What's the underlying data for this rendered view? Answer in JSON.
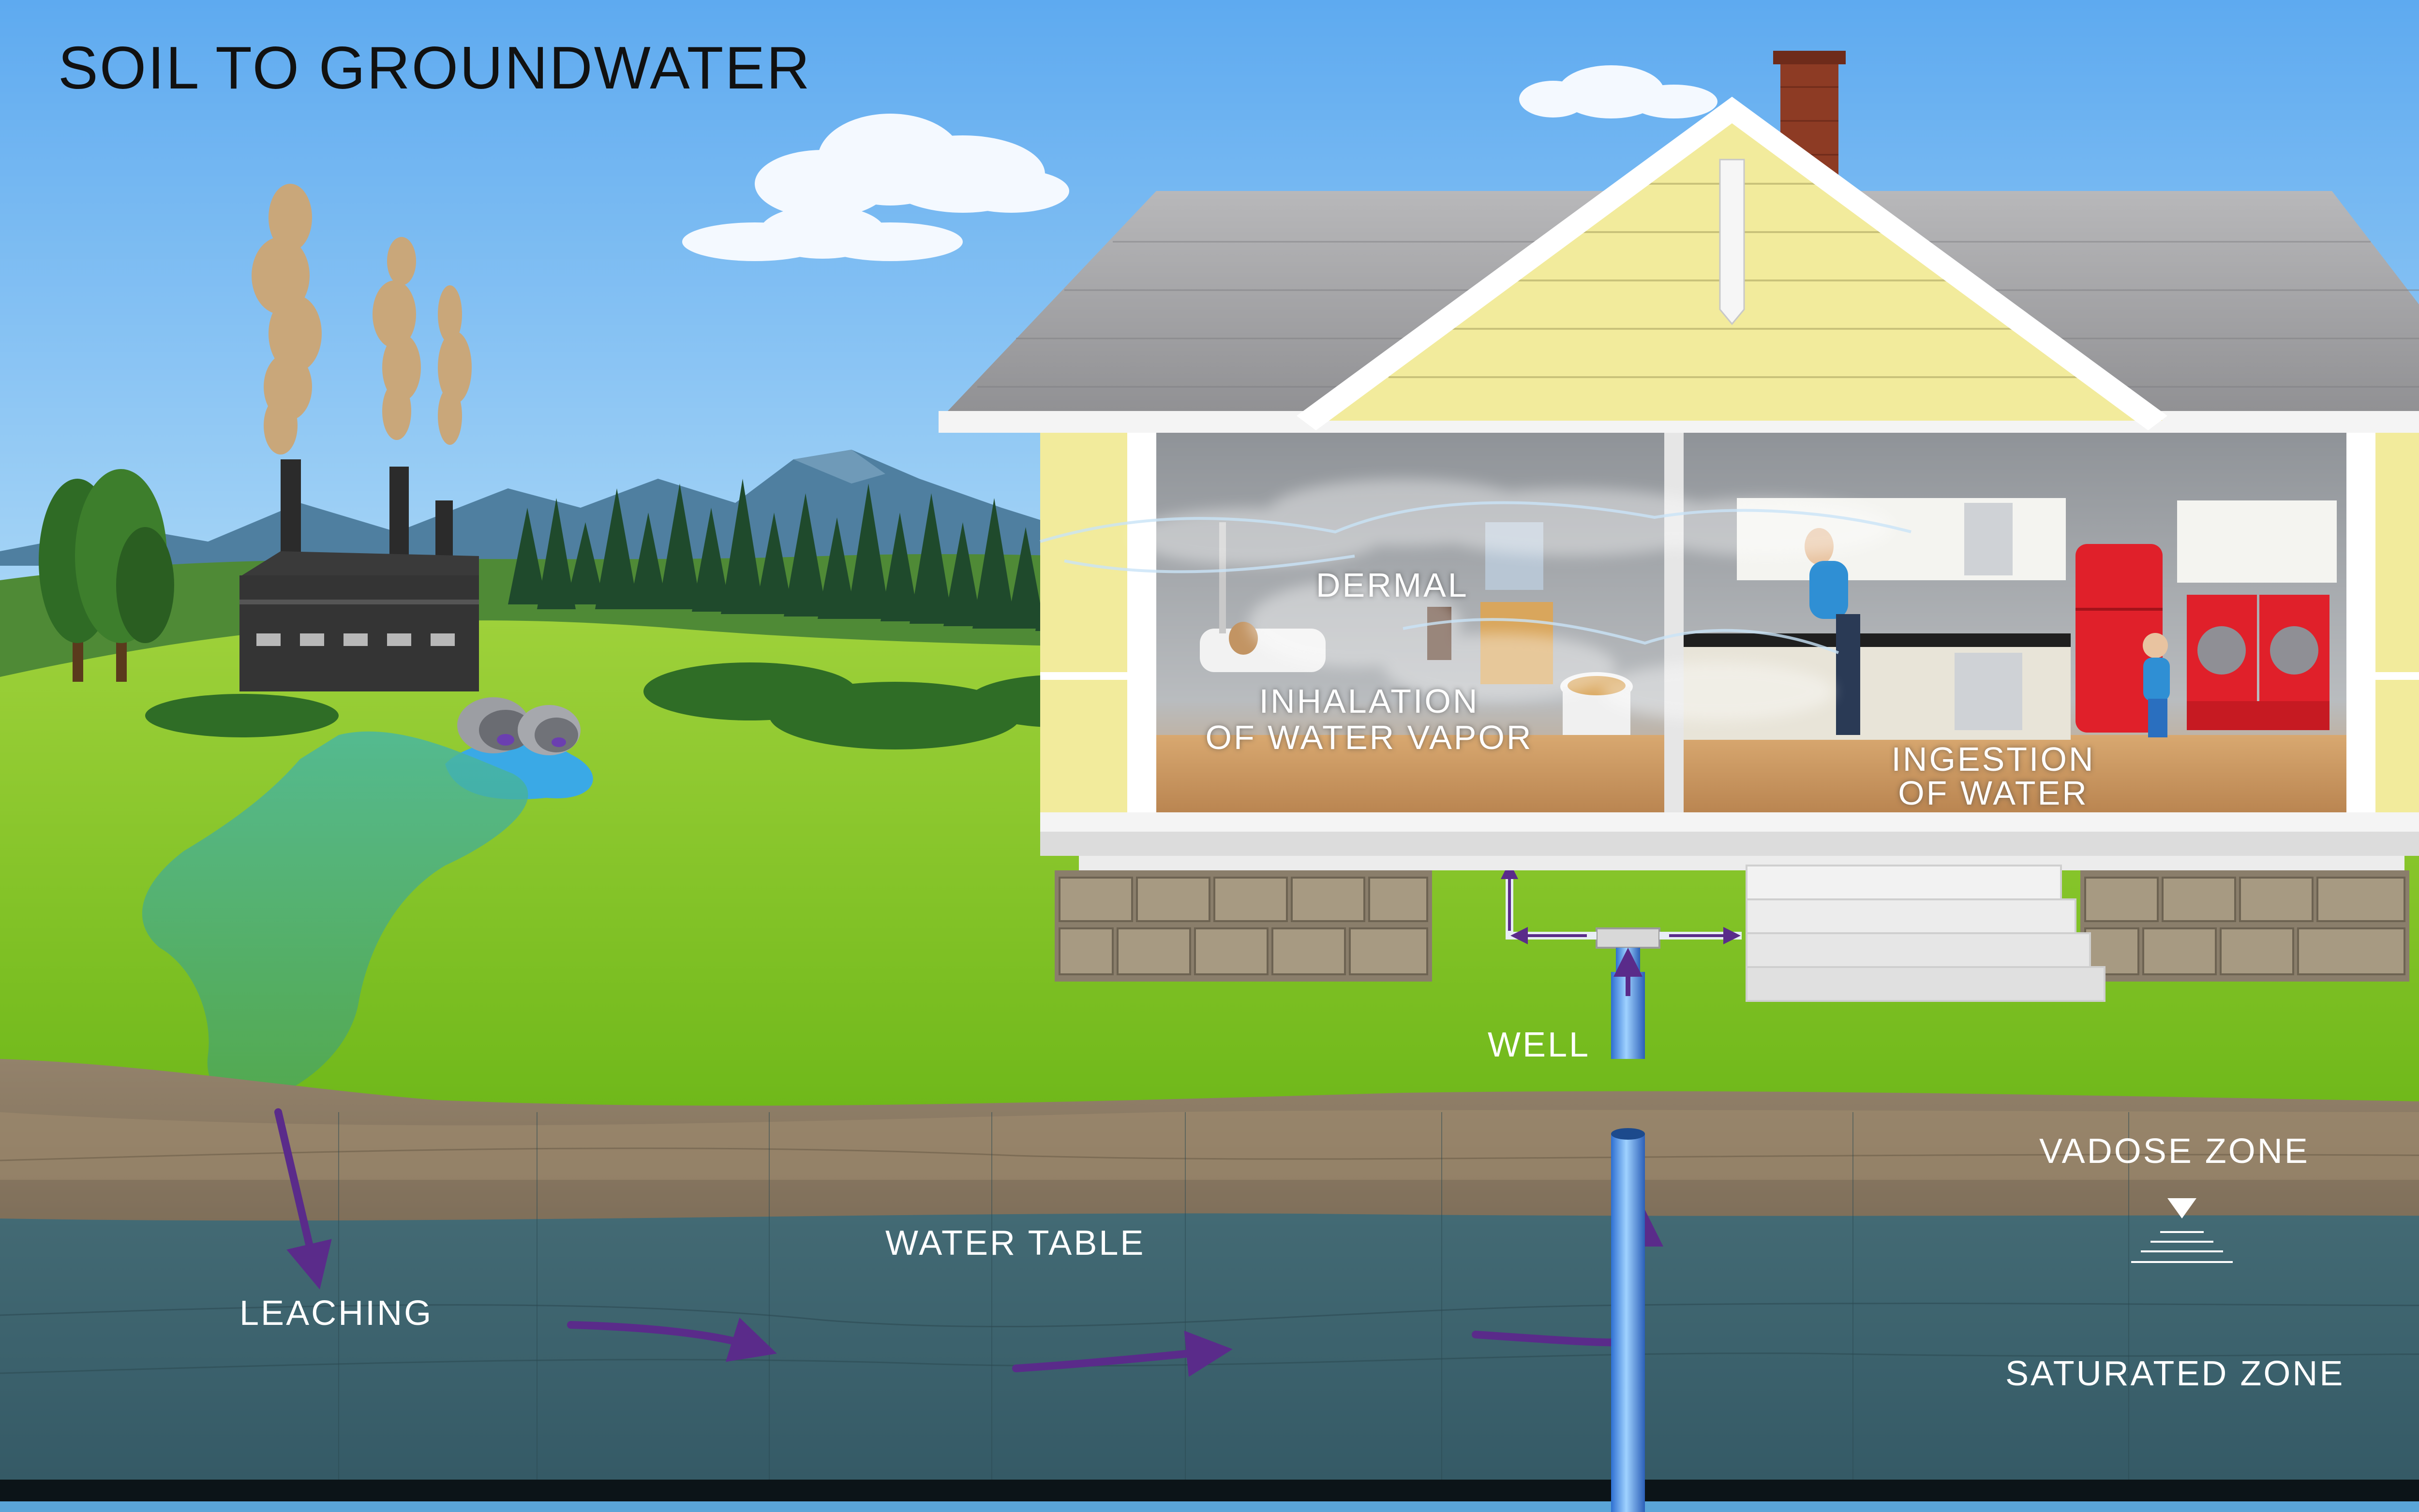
{
  "title": "SOIL TO GROUNDWATER",
  "labels": {
    "dermal": "DERMAL",
    "inhalation_line1": "INHALATION",
    "inhalation_line2": "OF WATER VAPOR",
    "ingestion_line1": "INGESTION",
    "ingestion_line2": "OF WATER",
    "well": "WELL",
    "vadose_zone": "VADOSE ZONE",
    "water_table": "WATER TABLE",
    "leaching": "LEACHING",
    "saturated_zone": "SATURATED ZONE"
  },
  "colors": {
    "sky_top": "#6fb5f2",
    "sky_bottom": "#d9eefb",
    "grass": "#7cc21f",
    "vadose_soil": "#8b7a63",
    "saturated": "#3d6570",
    "plume": "#3aa97e",
    "flow_arrow": "#5a2b8a",
    "house_siding": "#f2eb9c",
    "roof": "#a9a9ab",
    "appliance_red": "#e0202a"
  }
}
